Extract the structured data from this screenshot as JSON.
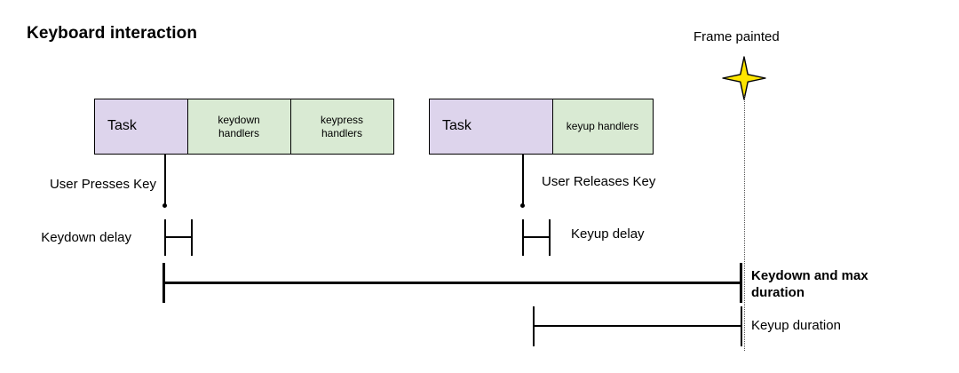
{
  "diagram": {
    "title": "Keyboard interaction",
    "frame_marker": {
      "label": "Frame painted",
      "icon": "four-point-star-icon",
      "color": "#FFE600",
      "outline_color": "#000000"
    },
    "colors": {
      "task_fill": "#DDD4EC",
      "handler_fill": "#D9EAD3",
      "stroke": "#000000",
      "guide_line": "#555555",
      "background": "#FFFFFF"
    },
    "tracks": [
      {
        "name": "keydown-task-track",
        "segments": [
          {
            "label": "Task",
            "kind": "task"
          },
          {
            "label": "keydown\nhandlers",
            "kind": "handler"
          },
          {
            "label": "keypress\nhandlers",
            "kind": "handler"
          }
        ]
      },
      {
        "name": "keyup-task-track",
        "segments": [
          {
            "label": "Task",
            "kind": "task"
          },
          {
            "label": "keyup handlers",
            "kind": "handler"
          }
        ]
      }
    ],
    "events": [
      {
        "name": "key-press-event",
        "label": "User Presses Key"
      },
      {
        "name": "key-release-event",
        "label": "User Releases Key"
      }
    ],
    "measures": [
      {
        "name": "keydown-delay",
        "label": "Keydown delay"
      },
      {
        "name": "keyup-delay",
        "label": "Keyup delay"
      },
      {
        "name": "keydown-and-max-duration",
        "label": "Keydown and max duration",
        "emphasis": "bold"
      },
      {
        "name": "keyup-duration",
        "label": "Keyup duration"
      }
    ]
  }
}
